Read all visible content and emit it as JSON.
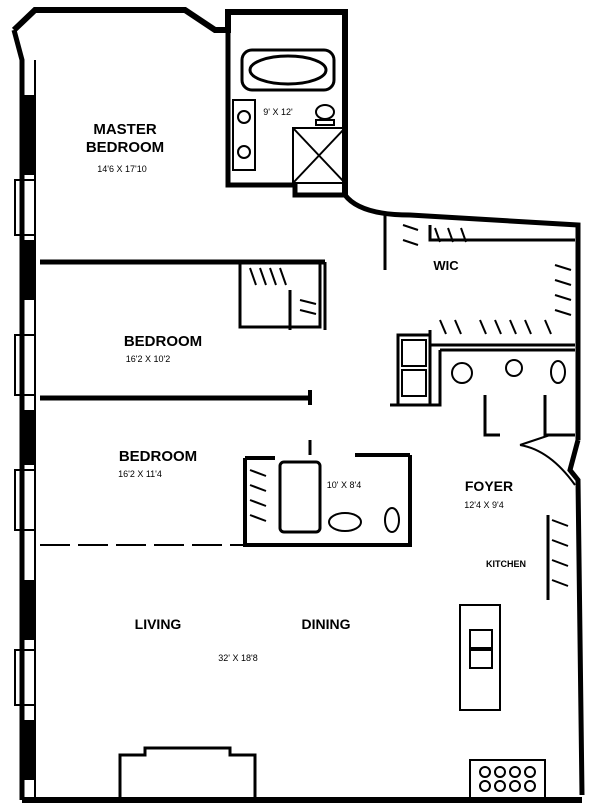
{
  "rooms": {
    "master_bedroom": {
      "line1": "MASTER",
      "line2": "BEDROOM",
      "dimension": "14'6 X 17'10"
    },
    "master_bath": {
      "dimension": "9' X 12'"
    },
    "walk_in_closet": {
      "label": "WIC"
    },
    "bedroom_2": {
      "label": "BEDROOM",
      "dimension": "16'2 X 10'2"
    },
    "bedroom_3": {
      "label": "BEDROOM",
      "dimension": "16'2 X 11'4"
    },
    "bath_2": {
      "dimension": "10' X 8'4"
    },
    "foyer": {
      "label": "FOYER",
      "dimension": "12'4 X 9'4"
    },
    "kitchen": {
      "label": "KITCHEN"
    },
    "living": {
      "label": "LIVING"
    },
    "dining": {
      "label": "DINING"
    },
    "living_dining": {
      "dimension": "32' X 18'8"
    }
  }
}
